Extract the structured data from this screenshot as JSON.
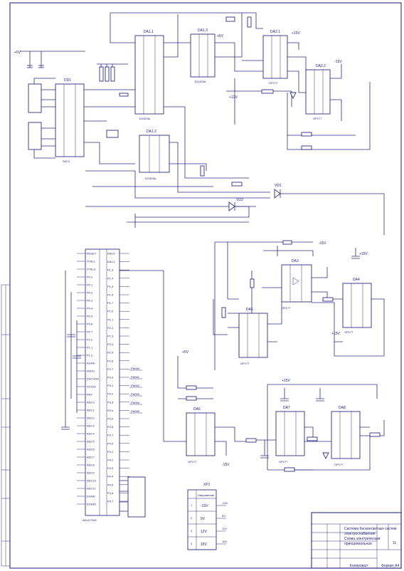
{
  "drawing": {
    "title_block": {
      "title_lines": [
        "Система бесконтактных систем",
        "электроснабжения",
        "Схема электрическая",
        "принципиальная"
      ],
      "sheet_number": "11",
      "label_format": "Формат А4",
      "label_copied": "Копировал"
    },
    "mcu": {
      "name": "ADuC7026",
      "left_pins": [
        "RESET",
        "XTAL1",
        "XTAL0",
        "P0.0",
        "P0.1",
        "P0.2",
        "P0.3",
        "P0.4",
        "P0.5",
        "P0.6",
        "P0.7",
        "P1.0",
        "P1.1",
        "P1.2",
        "AGND",
        "AVDD",
        "DACVDD",
        "IOVDD",
        "REF",
        "ADC0",
        "ADC1",
        "ADC2",
        "ADC3",
        "ADC4",
        "ADC5",
        "ADC6",
        "ADC7",
        "ADC8",
        "ADC9",
        "ADC10",
        "ADC11",
        "DGND",
        "IOGND"
      ],
      "right_pins": [
        "DAC0",
        "DAC1",
        "P1.3",
        "P1.4",
        "P1.5",
        "P1.6",
        "P1.7",
        "P2.0",
        "P2.1",
        "P2.2",
        "P2.3",
        "P2.4",
        "P2.5",
        "P2.6",
        "P2.7",
        "P3.0",
        "P3.1",
        "P3.2",
        "P3.3",
        "P3.4",
        "P3.5",
        "P3.6",
        "P3.7",
        "P4.0",
        "P4.1",
        "P4.2",
        "P4.3",
        "P4.4",
        "P4.5",
        "P4.6",
        "P4.7"
      ],
      "port_labels": [
        "PWM0",
        "PWM1",
        "PWM2",
        "PWM3",
        "PWM4",
        "PWM5"
      ]
    },
    "chips": [
      {
        "ref": "DD1",
        "type": "SN74"
      },
      {
        "ref": "DA1.1",
        "type": "DG403A"
      },
      {
        "ref": "DA1.2",
        "type": "DG403A"
      },
      {
        "ref": "DA1.3",
        "type": "DG403A"
      },
      {
        "ref": "DA2.1",
        "type": "OP177"
      },
      {
        "ref": "DA2.2",
        "type": "OP177"
      },
      {
        "ref": "DA3",
        "type": "OP177"
      },
      {
        "ref": "DA4",
        "type": "OP177"
      },
      {
        "ref": "DA5",
        "type": "OP177"
      },
      {
        "ref": "DA6",
        "type": "OP177"
      },
      {
        "ref": "DA7",
        "type": "OP177"
      },
      {
        "ref": "DA8",
        "type": "OP177"
      }
    ],
    "connector": {
      "ref": "XP1",
      "header": "Напряжение",
      "rows": [
        {
          "pin": "1",
          "voltage": "-15V"
        },
        {
          "pin": "2",
          "voltage": "5V"
        },
        {
          "pin": "3",
          "voltage": "12V"
        },
        {
          "pin": "4",
          "voltage": "15V"
        }
      ]
    },
    "power": {
      "p5": "+5V",
      "p12": "+12V",
      "p15": "+15V",
      "m15": "-15V",
      "gnd": "GND"
    },
    "diodes": [
      "VD1",
      "VD2"
    ],
    "rail": "+5V"
  }
}
